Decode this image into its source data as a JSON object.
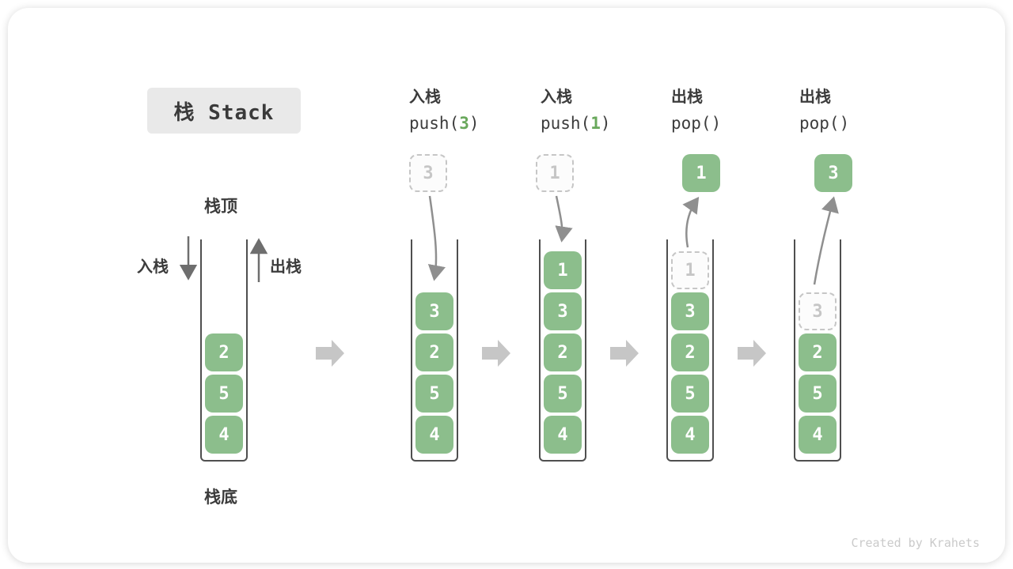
{
  "title": "栈 Stack",
  "labels": {
    "stack_top": "栈顶",
    "stack_bottom": "栈底",
    "push_side": "入栈",
    "pop_side": "出栈"
  },
  "operations": [
    {
      "title": "入栈",
      "code_prefix": "push(",
      "code_arg": "3",
      "code_suffix": ")",
      "floating_value": "3",
      "floating_style": "dashed"
    },
    {
      "title": "入栈",
      "code_prefix": "push(",
      "code_arg": "1",
      "code_suffix": ")",
      "floating_value": "1",
      "floating_style": "dashed"
    },
    {
      "title": "出栈",
      "code_prefix": "pop(",
      "code_arg": "",
      "code_suffix": ")",
      "floating_value": "1",
      "floating_style": "solid"
    },
    {
      "title": "出栈",
      "code_prefix": "pop(",
      "code_arg": "",
      "code_suffix": ")",
      "floating_value": "3",
      "floating_style": "solid"
    }
  ],
  "stacks": [
    {
      "name": "initial",
      "cells": [
        {
          "v": "2",
          "style": "solid"
        },
        {
          "v": "5",
          "style": "solid"
        },
        {
          "v": "4",
          "style": "solid"
        }
      ]
    },
    {
      "name": "after-push-3",
      "cells": [
        {
          "v": "3",
          "style": "solid"
        },
        {
          "v": "2",
          "style": "solid"
        },
        {
          "v": "5",
          "style": "solid"
        },
        {
          "v": "4",
          "style": "solid"
        }
      ]
    },
    {
      "name": "after-push-1",
      "cells": [
        {
          "v": "1",
          "style": "solid"
        },
        {
          "v": "3",
          "style": "solid"
        },
        {
          "v": "2",
          "style": "solid"
        },
        {
          "v": "5",
          "style": "solid"
        },
        {
          "v": "4",
          "style": "solid"
        }
      ]
    },
    {
      "name": "after-pop-1",
      "cells": [
        {
          "v": "1",
          "style": "ghost"
        },
        {
          "v": "3",
          "style": "solid"
        },
        {
          "v": "2",
          "style": "solid"
        },
        {
          "v": "5",
          "style": "solid"
        },
        {
          "v": "4",
          "style": "solid"
        }
      ]
    },
    {
      "name": "after-pop-3",
      "cells": [
        {
          "v": "3",
          "style": "ghost"
        },
        {
          "v": "2",
          "style": "solid"
        },
        {
          "v": "5",
          "style": "solid"
        },
        {
          "v": "4",
          "style": "solid"
        }
      ]
    }
  ],
  "footer": {
    "credit": "Created by Krahets"
  },
  "colors": {
    "cell_green": "#8CBE8C",
    "code_arg_green": "#69A85C",
    "text_dark": "#3C3C3C",
    "stack_wall": "#4F4F4F",
    "curved_arrow": "#8F8F8F",
    "block_arrow": "#C6C6C6",
    "ghost_gray": "#C6C6C6",
    "title_bg": "#E9E9E9",
    "footer_gray": "#CACACA"
  }
}
